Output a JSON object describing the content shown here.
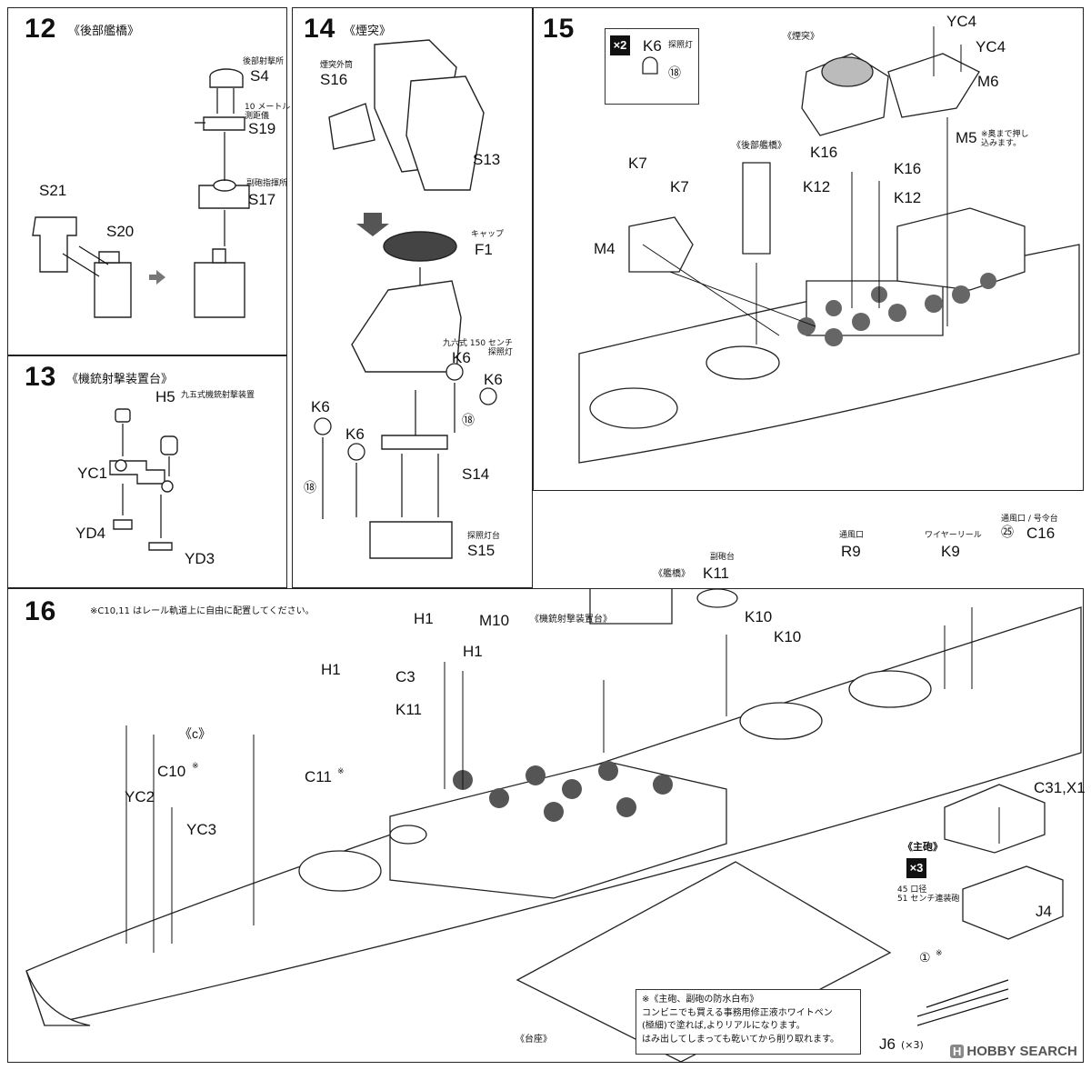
{
  "steps": {
    "s12": {
      "number": "12",
      "title": "《後部艦橋》",
      "labels": {
        "S21": "S21",
        "S20": "S20",
        "S4": "S4",
        "S19": "S19",
        "S17": "S17"
      },
      "notes": {
        "S4": "後部射撃所",
        "S19": "10 メートル\n測距儀",
        "S17": "副砲指揮所"
      }
    },
    "s13": {
      "number": "13",
      "title": "《機銃射撃装置台》",
      "labels": {
        "H5": "H5",
        "YC1": "YC1",
        "YD4": "YD4",
        "YD3": "YD3"
      },
      "notes": {
        "H5": "九五式機銃射撃装置"
      }
    },
    "s14": {
      "number": "14",
      "title": "《煙突》",
      "labels": {
        "S16": "S16",
        "S13": "S13",
        "F1": "F1",
        "K6a": "K6",
        "K6b": "K6",
        "K6c": "K6",
        "K6d": "K6",
        "S14": "S14",
        "S15": "S15",
        "num18a": "⑱",
        "num18b": "⑱"
      },
      "notes": {
        "S16": "煙突外筒",
        "F1": "キャップ",
        "K6": "九六式 150 センチ\n探照灯",
        "S15": "探照灯台"
      }
    },
    "s15": {
      "number": "15",
      "badge": "×2",
      "k6": "K6",
      "k6_note": "探照灯",
      "num18": "⑱",
      "labels": {
        "YC4a": "YC4",
        "YC4b": "YC4",
        "M6": "M6",
        "M5": "M5",
        "K16a": "K16",
        "K16b": "K16",
        "K12a": "K12",
        "K12b": "K12",
        "K7a": "K7",
        "K7b": "K7",
        "M4": "M4"
      },
      "notes": {
        "funnel": "《煙突》",
        "aft_bridge": "《後部艦橋》",
        "M5": "※奥まで押し\n込みます。"
      }
    },
    "s16": {
      "number": "16",
      "note_top": "※C10,11 はレール軌道上に自由に配置してください。",
      "labels": {
        "H1a": "H1",
        "H1b": "H1",
        "H1c": "H1",
        "C3": "C3",
        "K11a": "K11",
        "K11b": "K11",
        "M10": "M10",
        "K10a": "K10",
        "K10b": "K10",
        "R9": "R9",
        "K9": "K9",
        "C16": "C16",
        "C": "《c》",
        "C10": "C10",
        "C11": "C11",
        "YC2": "YC2",
        "YC3": "YC3",
        "C31X1": "C31,X1",
        "J4": "J4",
        "J6": "J6",
        "J6_qty": "(×3)",
        "num1": "①",
        "num25": "㉕"
      },
      "notes": {
        "bridge": "《艦橋》",
        "mg_platform": "《機銃射撃装置台》",
        "K11": "副砲台",
        "R9": "通風口",
        "K9": "ワイヤーリール",
        "C16": "通風口 / 号令台",
        "main_gun": "《主砲》",
        "main_gun_badge": "×3",
        "main_gun_desc": "45 口径\n51 センチ連装砲",
        "base": "《台座》",
        "C10mark": "※",
        "C11mark": "※",
        "num1mark": "※"
      },
      "notice": "※《主砲、副砲の防水白布》\nコンビニでも買える事務用修正液ホワイトペン\n(極細)で塗れば,よりリアルになります。\nはみ出してしまっても乾いてから削り取れます。"
    }
  },
  "watermark": {
    "logo": "H",
    "text": "HOBBY SEARCH"
  }
}
